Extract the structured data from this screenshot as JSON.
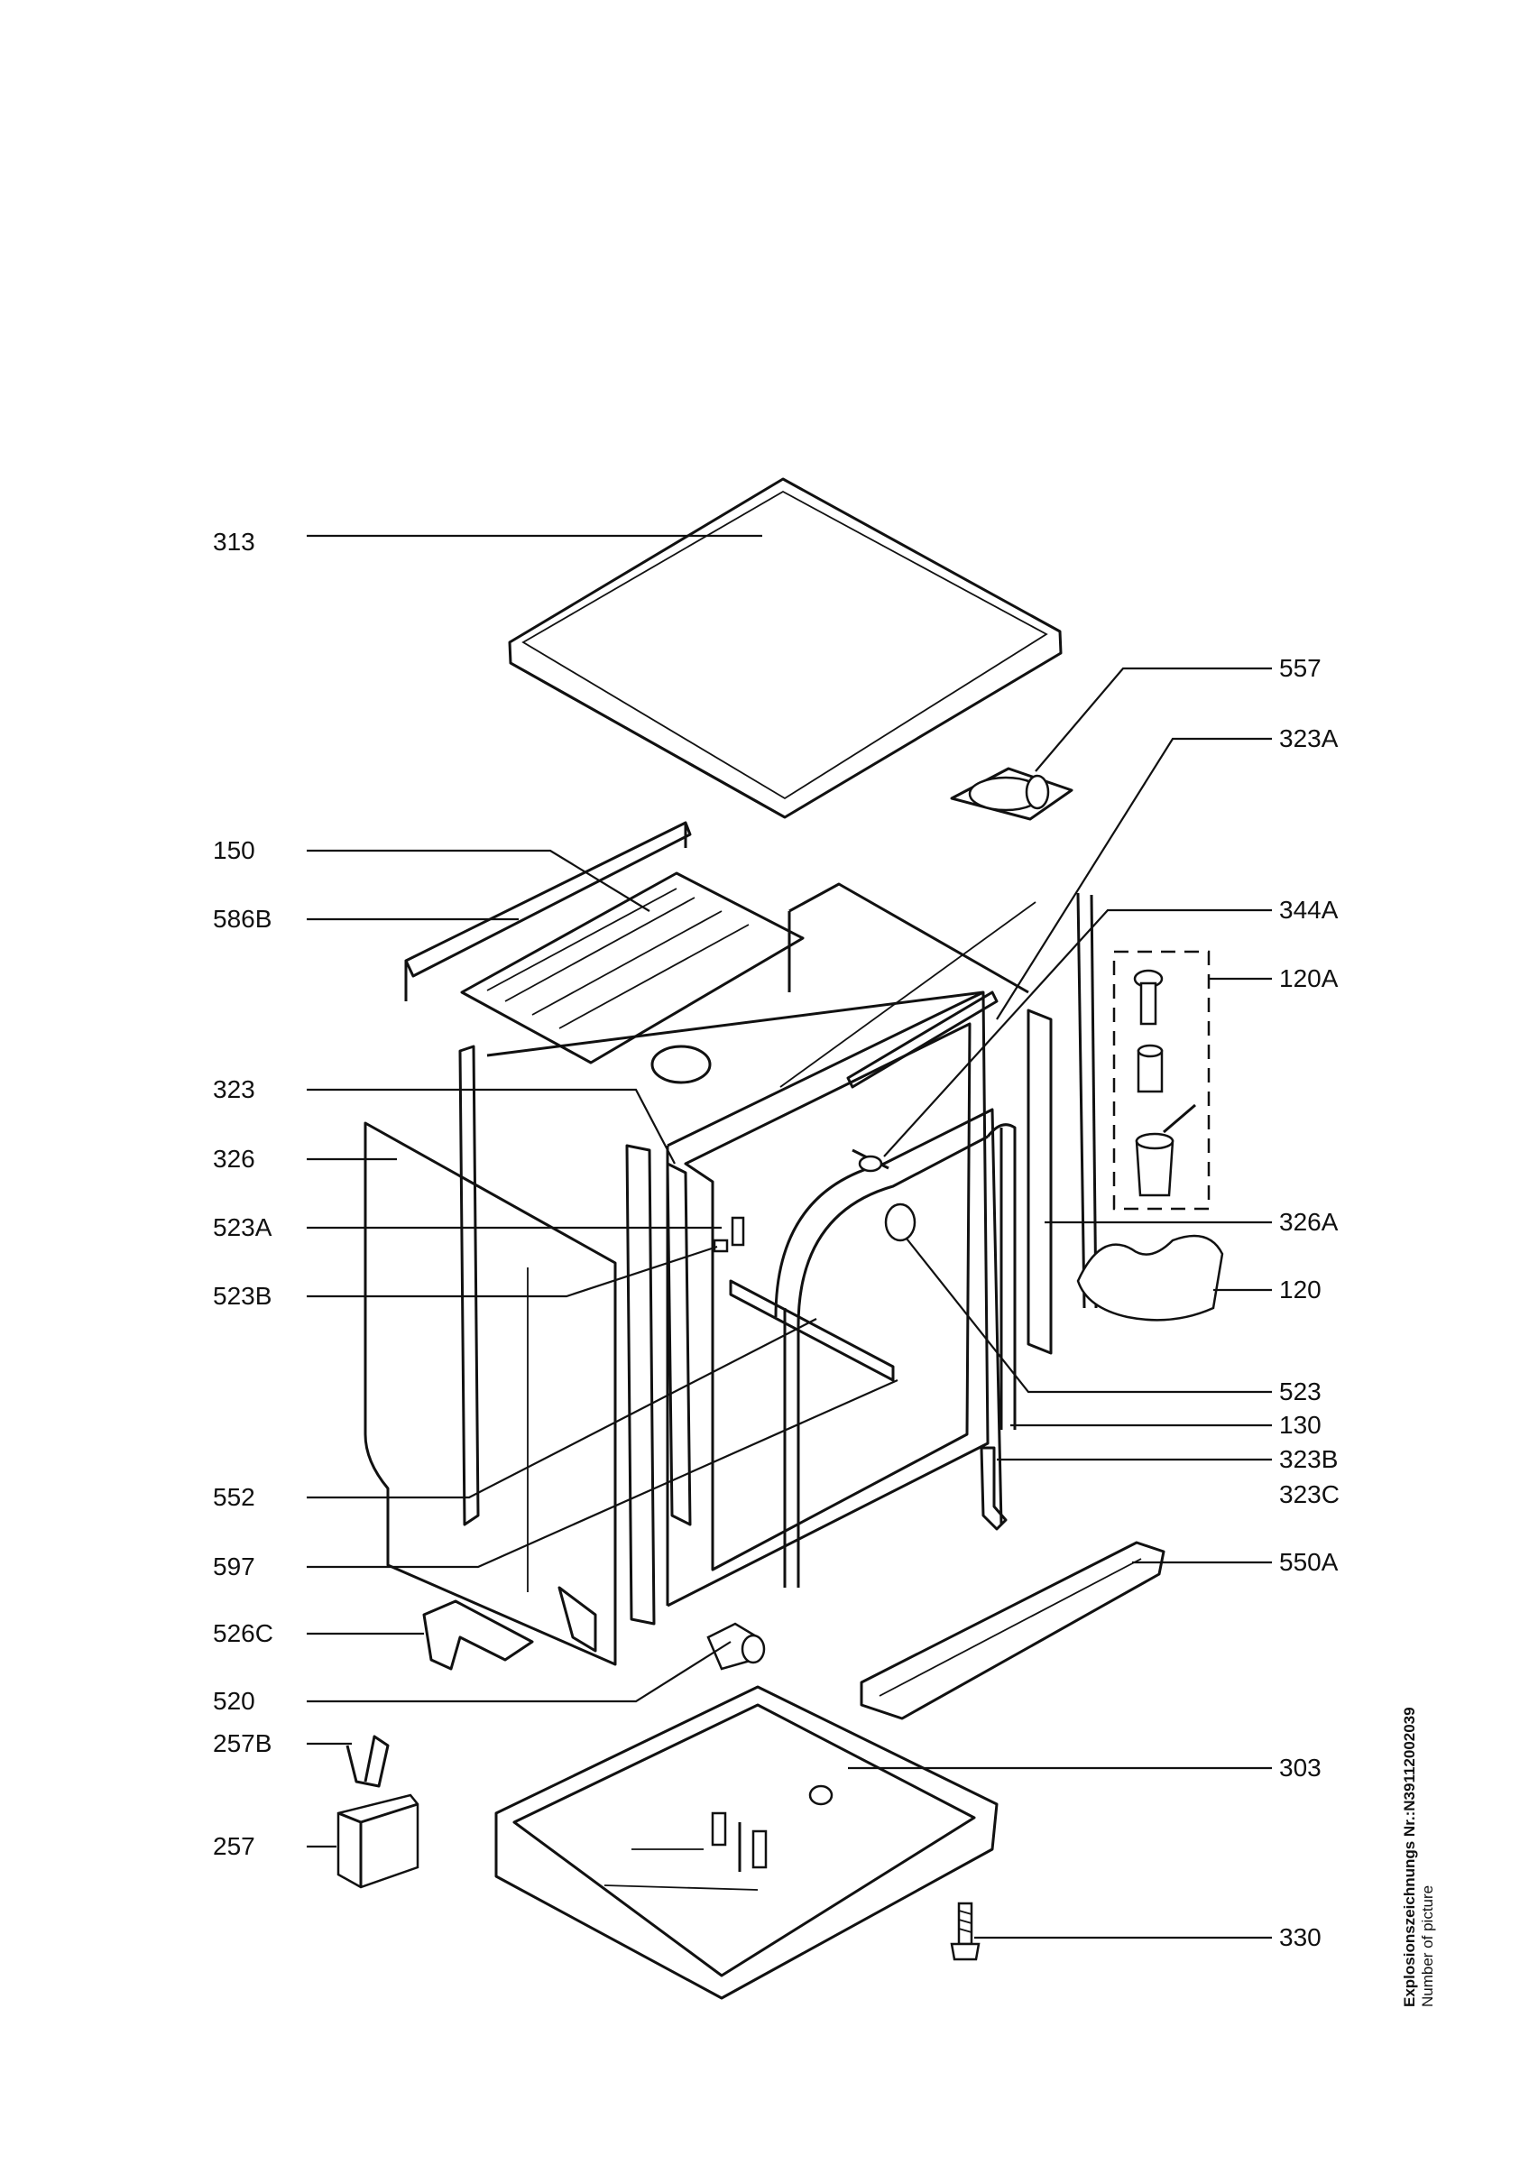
{
  "labels_left": [
    {
      "id": "313",
      "text": "313"
    },
    {
      "id": "150",
      "text": "150"
    },
    {
      "id": "586B",
      "text": "586B"
    },
    {
      "id": "323",
      "text": "323"
    },
    {
      "id": "326",
      "text": "326"
    },
    {
      "id": "523A",
      "text": "523A"
    },
    {
      "id": "523B",
      "text": "523B"
    },
    {
      "id": "552",
      "text": "552"
    },
    {
      "id": "597",
      "text": "597"
    },
    {
      "id": "526C",
      "text": "526C"
    },
    {
      "id": "520",
      "text": "520"
    },
    {
      "id": "257B",
      "text": "257B"
    },
    {
      "id": "257",
      "text": "257"
    }
  ],
  "labels_right": [
    {
      "id": "557",
      "text": "557"
    },
    {
      "id": "323A",
      "text": "323A"
    },
    {
      "id": "344A",
      "text": "344A"
    },
    {
      "id": "120A",
      "text": "120A"
    },
    {
      "id": "326A",
      "text": "326A"
    },
    {
      "id": "120",
      "text": "120"
    },
    {
      "id": "523",
      "text": "523"
    },
    {
      "id": "130",
      "text": "130"
    },
    {
      "id": "323B",
      "text": "323B"
    },
    {
      "id": "323C",
      "text": "323C"
    },
    {
      "id": "550A",
      "text": "550A"
    },
    {
      "id": "303",
      "text": "303"
    },
    {
      "id": "330",
      "text": "330"
    }
  ],
  "side_note": {
    "line1": "Explosionszeichnungs Nr.:N39112002039",
    "line2": "Number of picture"
  }
}
